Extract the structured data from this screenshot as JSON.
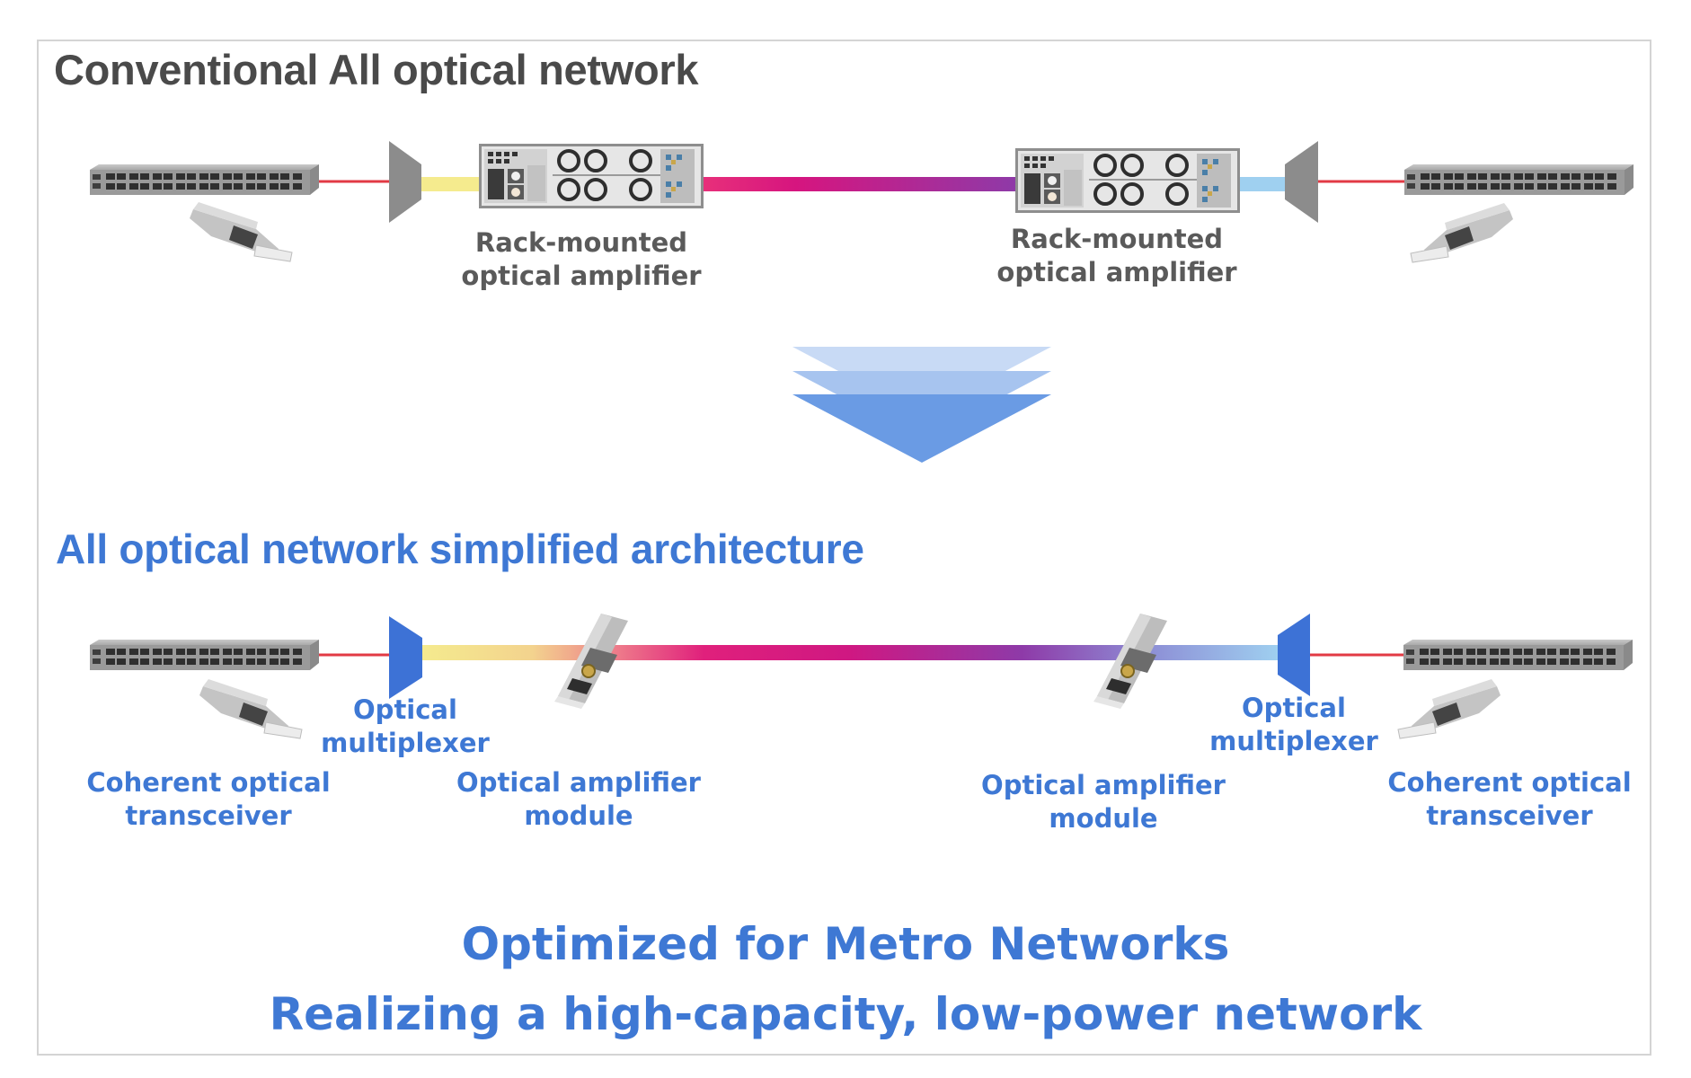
{
  "sections": {
    "conventional": {
      "title": "Conventional All optical network",
      "left_amplifier_label": [
        "Rack-mounted",
        "optical amplifier"
      ],
      "right_amplifier_label": [
        "Rack-mounted",
        "optical amplifier"
      ]
    },
    "simplified": {
      "title": "All optical network simplified architecture",
      "left_transceiver_label": [
        "Coherent optical",
        "transceiver"
      ],
      "left_mux_label": [
        "Optical",
        "multiplexer"
      ],
      "left_amp_label": [
        "Optical amplifier",
        "module"
      ],
      "right_amp_label": [
        "Optical amplifier",
        "module"
      ],
      "right_mux_label": [
        "Optical",
        "multiplexer"
      ],
      "right_transceiver_label": [
        "Coherent optical",
        "transceiver"
      ]
    }
  },
  "headline": {
    "line1": "Optimized for Metro Networks",
    "line2": "Realizing a high-capacity, low-power network"
  },
  "colors": {
    "gray_text": "#5a5a5a",
    "blue_text": "#3e78d4",
    "mux_gray": "#8c8c8c",
    "mux_blue": "#3d72d6",
    "red_fiber": "#e23a44",
    "beam_yellow": "#f5eb8e",
    "beam_pink": "#e8307a",
    "beam_magenta": "#d6157f",
    "beam_purple": "#8e3aa8",
    "beam_lightblue": "#9fd0f0",
    "arrow_layer1": "#c8daf5",
    "arrow_layer2": "#a7c4ef",
    "arrow_layer3": "#6a9be4"
  },
  "icons": {
    "switch": "network-switch-icon",
    "transceiver": "pluggable-transceiver-icon",
    "mux": "optical-multiplexer-icon",
    "rack_amp": "rack-amplifier-icon",
    "amp_module": "amplifier-module-icon",
    "arrow": "down-arrow-icon"
  }
}
